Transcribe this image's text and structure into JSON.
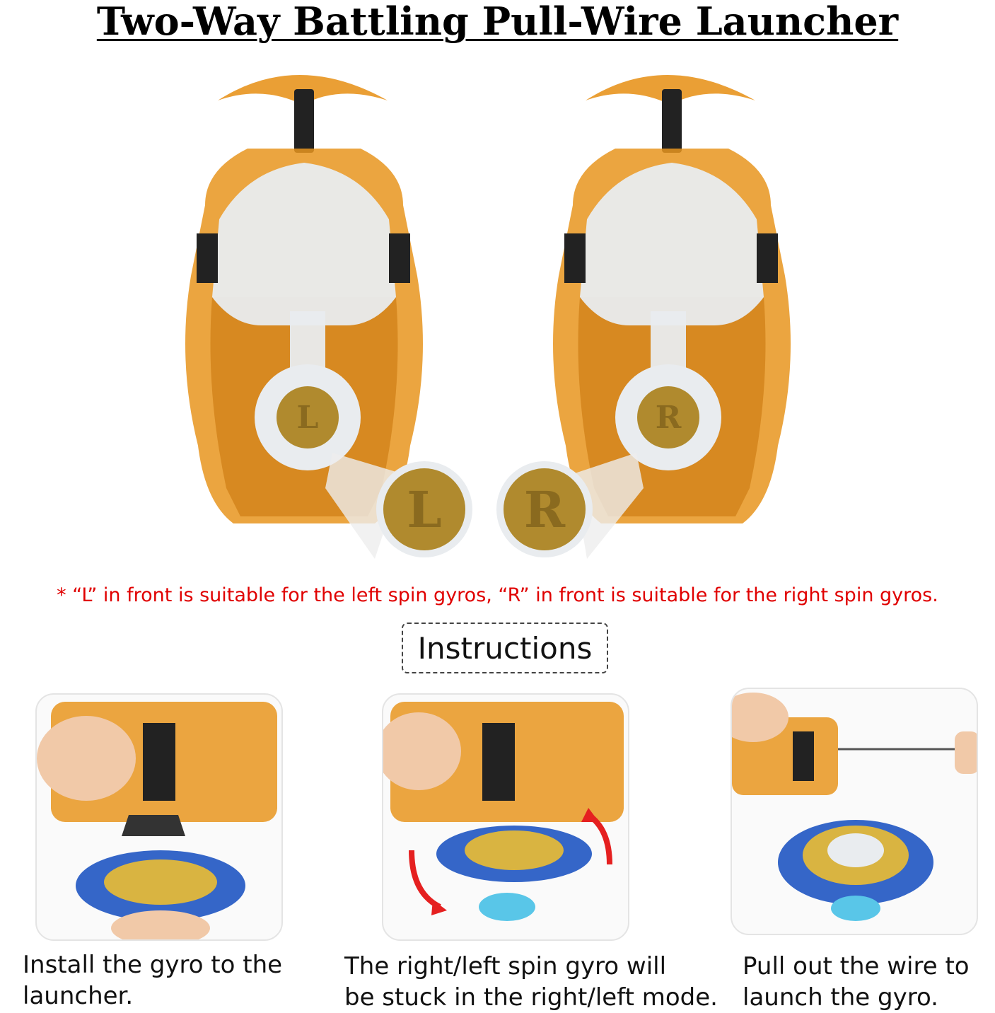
{
  "title": "Two-Way Battling Pull-Wire Launcher",
  "launchers": [
    {
      "letter": "L"
    },
    {
      "letter": "R"
    }
  ],
  "note": "* “L” in front is suitable for the left spin gyros, “R” in front is suitable for the right spin gyros.",
  "instructions_label": "Instructions",
  "steps": [
    {
      "caption_lines": [
        "Install the gyro to the",
        "launcher."
      ]
    },
    {
      "caption_lines": [
        "The right/left spin gyro will",
        "be stuck in the right/left mode."
      ]
    },
    {
      "caption_lines": [
        "Pull out the wire to",
        "launch the gyro."
      ]
    }
  ],
  "colors": {
    "orange": "#e8951f",
    "orange_dark": "#c9770e",
    "gold": "#b08a2e",
    "clear": "#e9ecef",
    "note_red": "#e00000"
  }
}
